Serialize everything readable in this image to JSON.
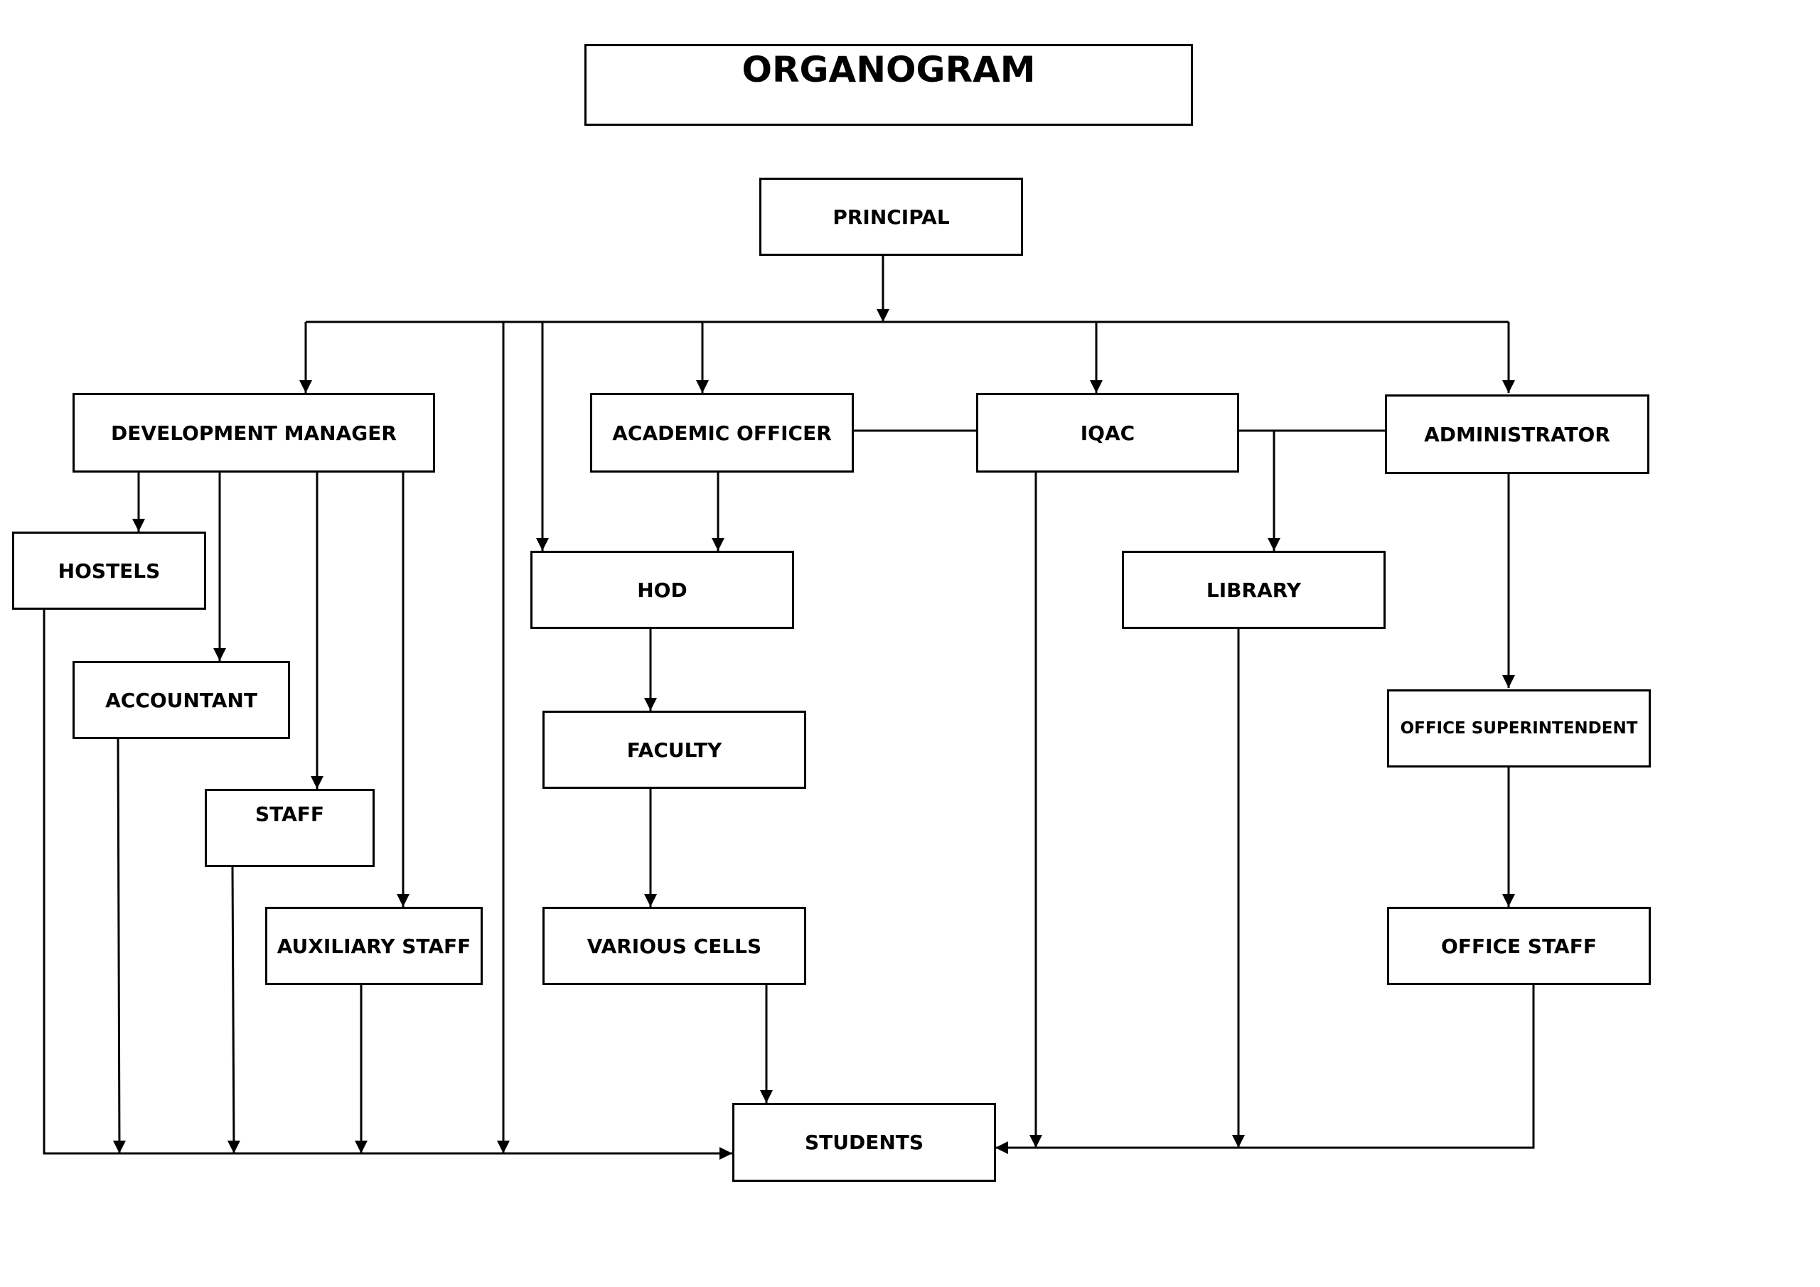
{
  "title": "ORGANOGRAM",
  "nodes": {
    "principal": "PRINCIPAL",
    "development_manager": "DEVELOPMENT MANAGER",
    "academic_officer": "ACADEMIC OFFICER",
    "iqac": "IQAC",
    "administrator": "ADMINISTRATOR",
    "hostels": "HOSTELS",
    "accountant": "ACCOUNTANT",
    "staff": "STAFF",
    "auxiliary_staff": "AUXILIARY STAFF",
    "hod": "HOD",
    "faculty": "FACULTY",
    "various_cells": "VARIOUS CELLS",
    "library": "LIBRARY",
    "office_superintendent": "OFFICE SUPERINTENDENT",
    "office_staff": "OFFICE STAFF",
    "students": "STUDENTS"
  },
  "edges": [
    {
      "from": "principal",
      "to": "development_manager"
    },
    {
      "from": "principal",
      "to": "academic_officer"
    },
    {
      "from": "principal",
      "to": "iqac"
    },
    {
      "from": "principal",
      "to": "administrator"
    },
    {
      "from": "principal",
      "to": "hod"
    },
    {
      "from": "principal",
      "to": "students"
    },
    {
      "from": "academic_officer",
      "to": "iqac"
    },
    {
      "from": "iqac",
      "to": "administrator"
    },
    {
      "from": "iqac",
      "to": "library"
    },
    {
      "from": "development_manager",
      "to": "hostels"
    },
    {
      "from": "development_manager",
      "to": "accountant"
    },
    {
      "from": "development_manager",
      "to": "staff"
    },
    {
      "from": "development_manager",
      "to": "auxiliary_staff"
    },
    {
      "from": "academic_officer",
      "to": "hod"
    },
    {
      "from": "hod",
      "to": "faculty"
    },
    {
      "from": "faculty",
      "to": "various_cells"
    },
    {
      "from": "administrator",
      "to": "office_superintendent"
    },
    {
      "from": "office_superintendent",
      "to": "office_staff"
    },
    {
      "from": "hostels",
      "to": "students"
    },
    {
      "from": "accountant",
      "to": "students"
    },
    {
      "from": "staff",
      "to": "students"
    },
    {
      "from": "auxiliary_staff",
      "to": "students"
    },
    {
      "from": "various_cells",
      "to": "students"
    },
    {
      "from": "iqac",
      "to": "students"
    },
    {
      "from": "library",
      "to": "students"
    },
    {
      "from": "office_staff",
      "to": "students"
    }
  ]
}
